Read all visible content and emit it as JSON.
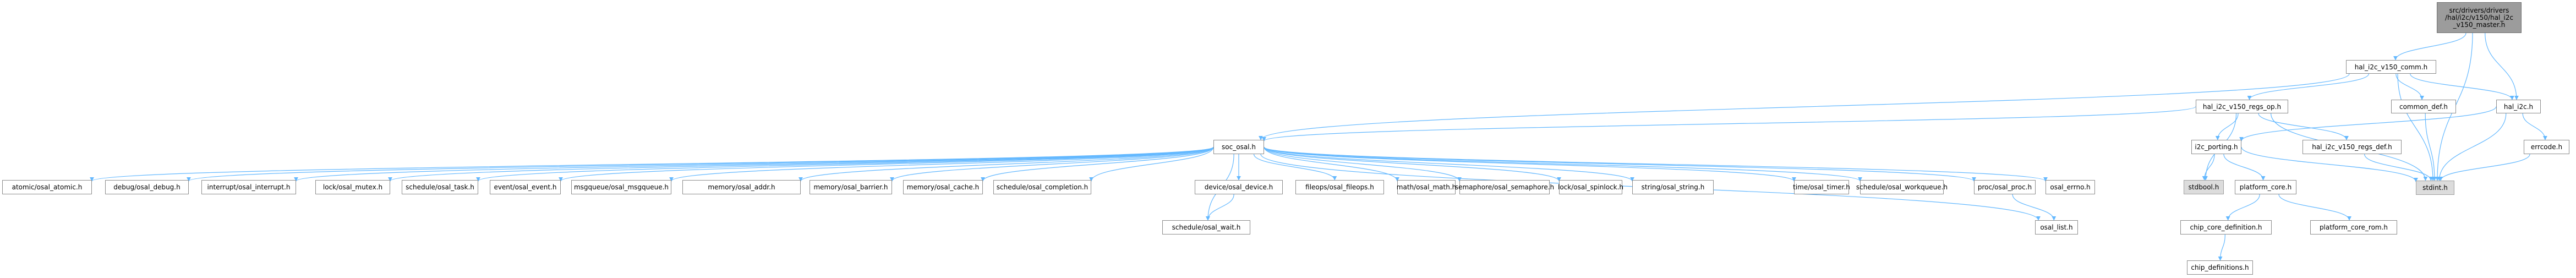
{
  "title": "Include dependency graph",
  "colors": {
    "edge": "#63b8ff",
    "node_border": "#8c8c8c",
    "root_fill": "#9c9c9c",
    "system_fill": "#dcdcdc"
  },
  "nodes": {
    "root": "src/drivers/drivers\n/hal/i2c/v150/hal_i2c\n_v150_master.h",
    "comm": "hal_i2c_v150_comm.h",
    "regs_op": "hal_i2c_v150_regs_op.h",
    "common_def": "common_def.h",
    "hal_i2c": "hal_i2c.h",
    "soc_osal": "soc_osal.h",
    "i2c_porting": "i2c_porting.h",
    "regs_def": "hal_i2c_v150_regs_def.h",
    "errcode": "errcode.h",
    "atomic": "atomic/osal_atomic.h",
    "debug": "debug/osal_debug.h",
    "interrupt": "interrupt/osal_interrupt.h",
    "mutex": "lock/osal_mutex.h",
    "task": "schedule/osal_task.h",
    "event": "event/osal_event.h",
    "msgqueue": "msgqueue/osal_msgqueue.h",
    "addr": "memory/osal_addr.h",
    "barrier": "memory/osal_barrier.h",
    "cache": "memory/osal_cache.h",
    "completion": "schedule/osal_completion.h",
    "device": "device/osal_device.h",
    "fileops": "fileops/osal_fileops.h",
    "math": "math/osal_math.h",
    "semaphore": "semaphore/osal_semaphore.h",
    "spinlock": "lock/osal_spinlock.h",
    "string": "string/osal_string.h",
    "timer": "time/osal_timer.h",
    "workqueue": "schedule/osal_workqueue.h",
    "proc": "proc/osal_proc.h",
    "errno": "osal_errno.h",
    "stdbool": "stdbool.h",
    "platform_core": "platform_core.h",
    "stdint": "stdint.h",
    "wait": "schedule/osal_wait.h",
    "list": "osal_list.h",
    "chip_core_def": "chip_core_definition.h",
    "platform_core_rom": "platform_core_rom.h",
    "chip_defs": "chip_definitions.h"
  },
  "edges": [
    [
      "root",
      "comm"
    ],
    [
      "root",
      "stdint"
    ],
    [
      "root",
      "hal_i2c"
    ],
    [
      "comm",
      "soc_osal"
    ],
    [
      "comm",
      "regs_op"
    ],
    [
      "comm",
      "common_def"
    ],
    [
      "comm",
      "hal_i2c"
    ],
    [
      "comm",
      "stdint"
    ],
    [
      "regs_op",
      "soc_osal"
    ],
    [
      "regs_op",
      "i2c_porting"
    ],
    [
      "regs_op",
      "regs_def"
    ],
    [
      "regs_op",
      "stdbool"
    ],
    [
      "regs_op",
      "stdint"
    ],
    [
      "common_def",
      "stdint"
    ],
    [
      "hal_i2c",
      "i2c_porting"
    ],
    [
      "hal_i2c",
      "errcode"
    ],
    [
      "hal_i2c",
      "stdint"
    ],
    [
      "i2c_porting",
      "stdbool"
    ],
    [
      "i2c_porting",
      "platform_core"
    ],
    [
      "i2c_porting",
      "stdint"
    ],
    [
      "regs_def",
      "stdint"
    ],
    [
      "errcode",
      "stdint"
    ],
    [
      "platform_core",
      "chip_core_def"
    ],
    [
      "platform_core",
      "platform_core_rom"
    ],
    [
      "chip_core_def",
      "chip_defs"
    ],
    [
      "soc_osal",
      "atomic"
    ],
    [
      "soc_osal",
      "debug"
    ],
    [
      "soc_osal",
      "interrupt"
    ],
    [
      "soc_osal",
      "mutex"
    ],
    [
      "soc_osal",
      "task"
    ],
    [
      "soc_osal",
      "event"
    ],
    [
      "soc_osal",
      "msgqueue"
    ],
    [
      "soc_osal",
      "addr"
    ],
    [
      "soc_osal",
      "barrier"
    ],
    [
      "soc_osal",
      "cache"
    ],
    [
      "soc_osal",
      "completion"
    ],
    [
      "soc_osal",
      "device"
    ],
    [
      "soc_osal",
      "wait"
    ],
    [
      "soc_osal",
      "fileops"
    ],
    [
      "soc_osal",
      "math"
    ],
    [
      "soc_osal",
      "semaphore"
    ],
    [
      "soc_osal",
      "spinlock"
    ],
    [
      "soc_osal",
      "string"
    ],
    [
      "soc_osal",
      "timer"
    ],
    [
      "soc_osal",
      "workqueue"
    ],
    [
      "soc_osal",
      "proc"
    ],
    [
      "soc_osal",
      "list"
    ],
    [
      "soc_osal",
      "errno"
    ],
    [
      "device",
      "wait"
    ],
    [
      "proc",
      "list"
    ]
  ]
}
